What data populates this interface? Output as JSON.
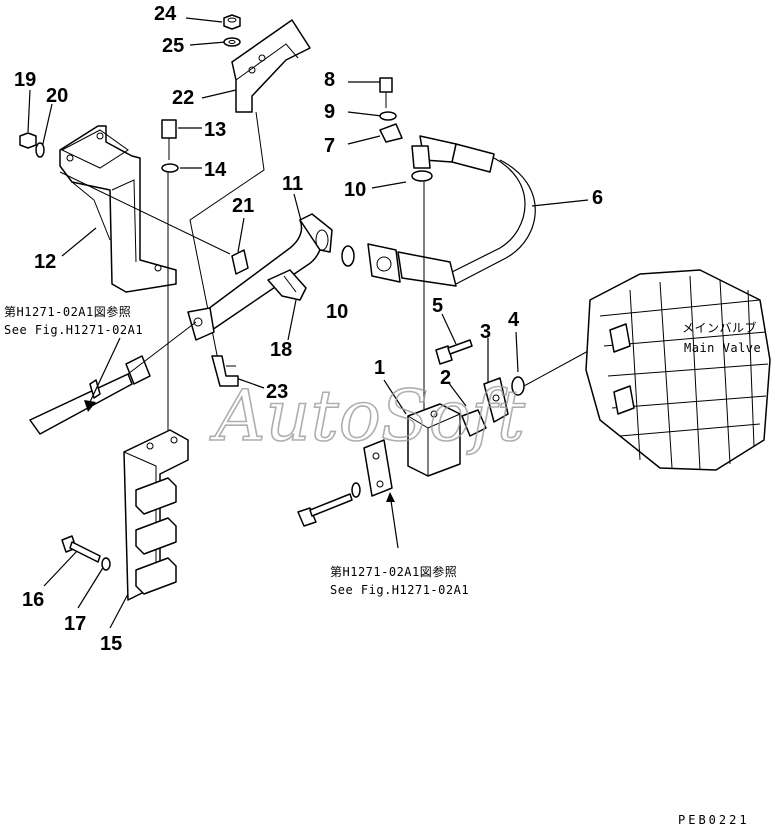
{
  "labels": {
    "p1": "1",
    "p2": "2",
    "p3": "3",
    "p4": "4",
    "p5": "5",
    "p6": "6",
    "p7": "7",
    "p8": "8",
    "p9": "9",
    "p10a": "10",
    "p10b": "10",
    "p11": "11",
    "p12": "12",
    "p13": "13",
    "p14": "14",
    "p15": "15",
    "p16": "16",
    "p17": "17",
    "p18": "18",
    "p19": "19",
    "p20": "20",
    "p21": "21",
    "p22": "22",
    "p23": "23",
    "p24": "24",
    "p25": "25"
  },
  "refs": {
    "left_jp": "第H1271-02A1図参照",
    "left_en": "See Fig.H1271-02A1",
    "bottom_jp": "第H1271-02A1図参照",
    "bottom_en": "See Fig.H1271-02A1",
    "main_valve_jp": "メインバルブ",
    "main_valve_en": "Main Valve"
  },
  "watermark": "AutoSoft",
  "page_code": "PEB0221"
}
